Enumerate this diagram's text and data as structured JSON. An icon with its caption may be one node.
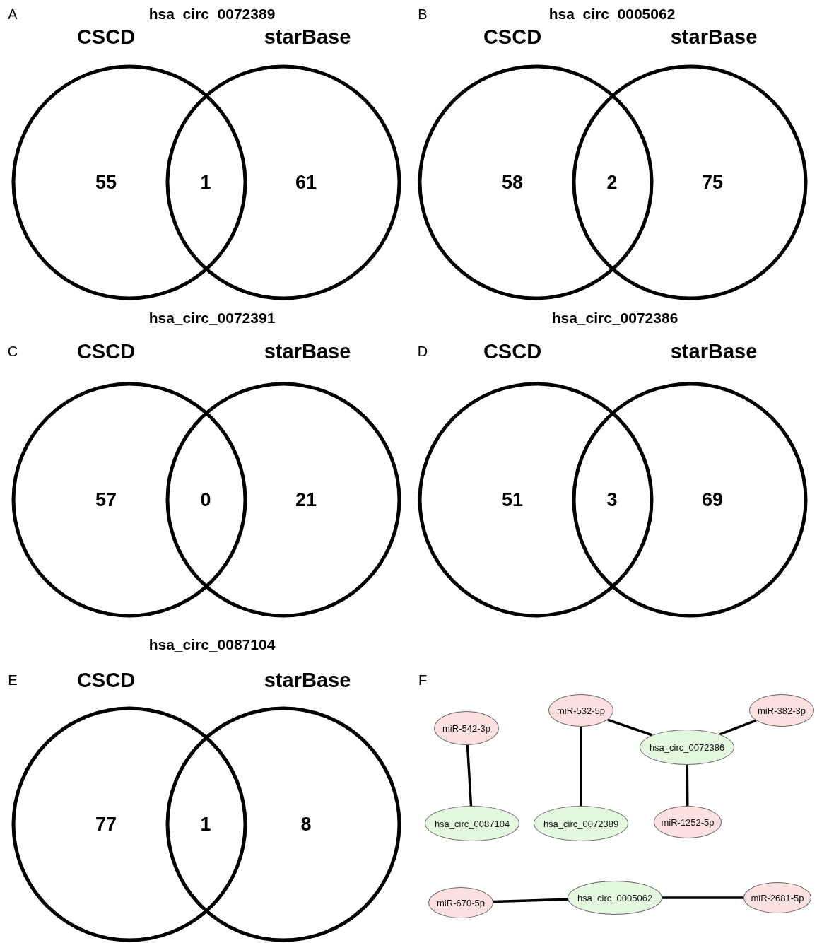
{
  "diagram": {
    "nodes": [
      {
        "text": [
          "CSCD",
          "55"
        ]
      },
      {
        "text": [
          "starBase",
          "61"
        ]
      },
      {
        "text": [
          "CSCD",
          "58"
        ]
      },
      {
        "text": [
          "starBase",
          "75"
        ]
      },
      {
        "text": [
          "CSCD",
          "57"
        ]
      },
      {
        "text": [
          "starBase",
          "21"
        ]
      },
      {
        "text": [
          "CSCD",
          "51"
        ]
      },
      {
        "text": [
          "starBase",
          "69"
        ]
      },
      {
        "text": [
          "CSCD",
          "77"
        ]
      },
      {
        "text": [
          "starBase",
          "8"
        ]
      },
      {
        "text": [
          "miR-542-3p"
        ]
      },
      {
        "text": [
          "miR-532-5p"
        ]
      },
      {
        "text": [
          "miR-382-3p"
        ]
      },
      {
        "text": [
          "hsa_circ_0072386"
        ]
      },
      {
        "text": [
          "hsa_circ_0087104"
        ]
      },
      {
        "text": [
          "hsa_circ_0072389"
        ]
      },
      {
        "text": [
          "miR-1252-5p"
        ]
      },
      {
        "text": [
          "miR-670-5p"
        ]
      },
      {
        "text": [
          "hsa_circ_0005062"
        ]
      },
      {
        "text": [
          "miR-2681-5p"
        ]
      }
    ],
    "edges": [
      {
        "from": 10,
        "to": 14,
        "arrow": "none"
      },
      {
        "from": 11,
        "to": 13,
        "arrow": "none"
      },
      {
        "from": 13,
        "to": 12,
        "arrow": "none"
      },
      {
        "from": 11,
        "to": 15,
        "arrow": "none"
      },
      {
        "from": 13,
        "to": 16,
        "arrow": "none"
      },
      {
        "from": 17,
        "to": 18,
        "arrow": "none"
      },
      {
        "from": 18,
        "to": 19,
        "arrow": "none"
      }
    ],
    "labels": [
      "A",
      "hsa_circ_0072389",
      "1",
      "B",
      "hsa_circ_0005062",
      "2",
      "hsa_circ_0072391",
      "hsa_circ_0072386",
      "C",
      "0",
      "D",
      "3",
      "hsa_circ_0087104",
      "E",
      "1",
      "F"
    ]
  }
}
